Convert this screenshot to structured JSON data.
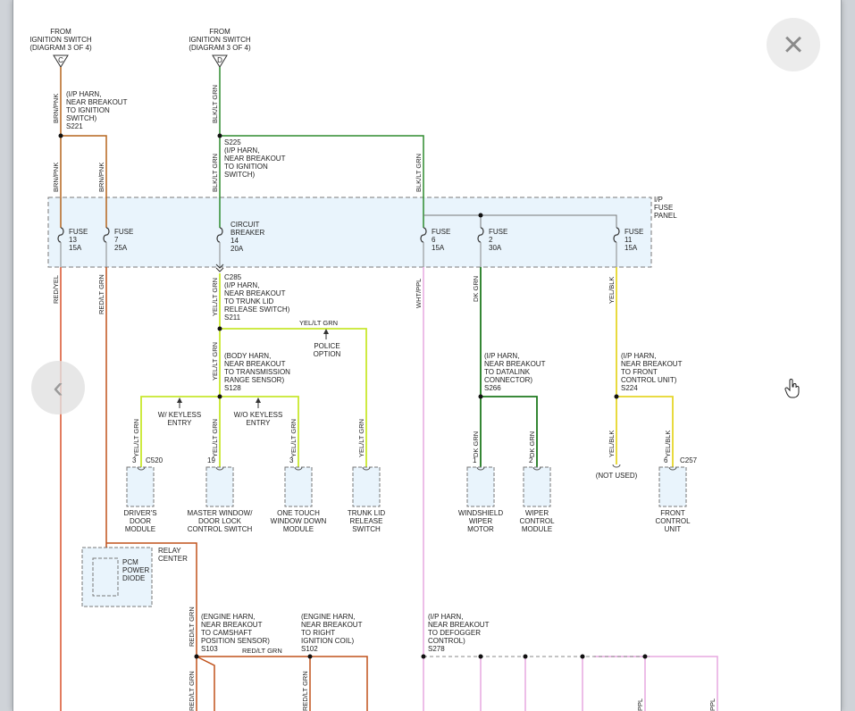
{
  "viewer": {
    "close_icon": "×",
    "prev_icon": "‹",
    "cursor": "hand-pointer-icon"
  },
  "colors": {
    "brn_pnk": "#b5651d",
    "blk_ltgrn": "#2e8b2e",
    "yel_ltgrn": "#c8e82e",
    "red_yel": "#d9502a",
    "red_ltgrn": "#c0521b",
    "wht_ppl": "#e7a8e0",
    "dk_grn": "#1f7a1f",
    "yel_blk": "#e6d62a",
    "fuse_panel_fill": "#e9f4fc"
  },
  "sources": [
    {
      "lines": [
        "FROM",
        "IGNITION SWITCH",
        "(DIAGRAM 3 OF 4)"
      ],
      "pin": "C"
    },
    {
      "lines": [
        "FROM",
        "IGNITION SWITCH",
        "(DIAGRAM 3 OF 4)"
      ],
      "pin": "D"
    }
  ],
  "splices": {
    "s221": [
      "(I/P HARN,",
      "NEAR BREAKOUT",
      "TO IGNITION",
      "SWITCH)",
      "S221"
    ],
    "s225": [
      "S225",
      "(I/P HARN,",
      "NEAR BREAKOUT",
      "TO IGNITION",
      "SWITCH)"
    ],
    "c285": [
      "C285",
      "(I/P HARN,",
      "NEAR BREAKOUT",
      "TO TRUNK LID",
      "RELEASE SWITCH)",
      "S211"
    ],
    "s128": [
      "(BODY HARN,",
      "NEAR BREAKOUT",
      "TO TRANSMISSION",
      "RANGE SENSOR)",
      "S128"
    ],
    "s266": [
      "(I/P HARN,",
      "NEAR BREAKOUT",
      "TO DATALINK",
      "CONNECTOR)",
      "S266"
    ],
    "s224": [
      "(I/P HARN,",
      "NEAR BREAKOUT",
      "TO FRONT",
      "CONTROL UNIT)",
      "S224"
    ],
    "s103": [
      "(ENGINE HARN,",
      "NEAR BREAKOUT",
      "TO CAMSHAFT",
      "POSITION SENSOR)",
      "S103"
    ],
    "s102": [
      "(ENGINE HARN,",
      "NEAR BREAKOUT",
      "TO RIGHT",
      "IGNITION COIL)",
      "S102"
    ],
    "s278": [
      "(I/P HARN,",
      "NEAR BREAKOUT",
      "TO DEFOGGER",
      "CONTROL)",
      "S278"
    ]
  },
  "fuse_panel": {
    "label": [
      "I/P",
      "FUSE",
      "PANEL"
    ]
  },
  "fuses": [
    {
      "lines": [
        "FUSE",
        "13",
        "15A"
      ]
    },
    {
      "lines": [
        "FUSE",
        "7",
        "25A"
      ]
    },
    {
      "lines": [
        "CIRCUIT",
        "BREAKER",
        "14",
        "20A"
      ]
    },
    {
      "lines": [
        "FUSE",
        "6",
        "15A"
      ]
    },
    {
      "lines": [
        "FUSE",
        "2",
        "30A"
      ]
    },
    {
      "lines": [
        "FUSE",
        "11",
        "15A"
      ]
    }
  ],
  "wire_labels": {
    "brn_pnk": "BRN/PNK",
    "blk_ltgrn": "BLK/LT GRN",
    "red_yel": "RED/YEL",
    "red_ltgrn": "RED/LT GRN",
    "yel_ltgrn": "YEL/LT GRN",
    "wht_ppl": "WHT/PPL",
    "dk_grn": "DK GRN",
    "yel_blk": "YEL/BLK",
    "ppl": "PPL"
  },
  "options": {
    "police": [
      "POLICE",
      "OPTION"
    ],
    "w_keyless": [
      "W/ KEYLESS",
      "ENTRY"
    ],
    "wo_keyless": [
      "W/O KEYLESS",
      "ENTRY"
    ]
  },
  "pins": {
    "p3": "3",
    "p19": "19",
    "p1": "1",
    "p2": "2",
    "p6": "6"
  },
  "connectors": {
    "c520": "C520",
    "c257": "C257"
  },
  "not_used": "(NOT USED)",
  "components": {
    "drivers_door": [
      "DRIVER'S",
      "DOOR",
      "MODULE"
    ],
    "master_window": [
      "MASTER WINDOW/",
      "DOOR LOCK",
      "CONTROL SWITCH"
    ],
    "one_touch": [
      "ONE TOUCH",
      "WINDOW DOWN",
      "MODULE"
    ],
    "trunk_lid": [
      "TRUNK LID",
      "RELEASE",
      "SWITCH"
    ],
    "windshield_wiper": [
      "WINDSHIELD",
      "WIPER",
      "MOTOR"
    ],
    "wiper_control": [
      "WIPER",
      "CONTROL",
      "MODULE"
    ],
    "front_control": [
      "FRONT",
      "CONTROL",
      "UNIT"
    ],
    "relay_center": [
      "RELAY",
      "CENTER"
    ],
    "pcm_diode": [
      "PCM",
      "POWER",
      "DIODE"
    ]
  }
}
